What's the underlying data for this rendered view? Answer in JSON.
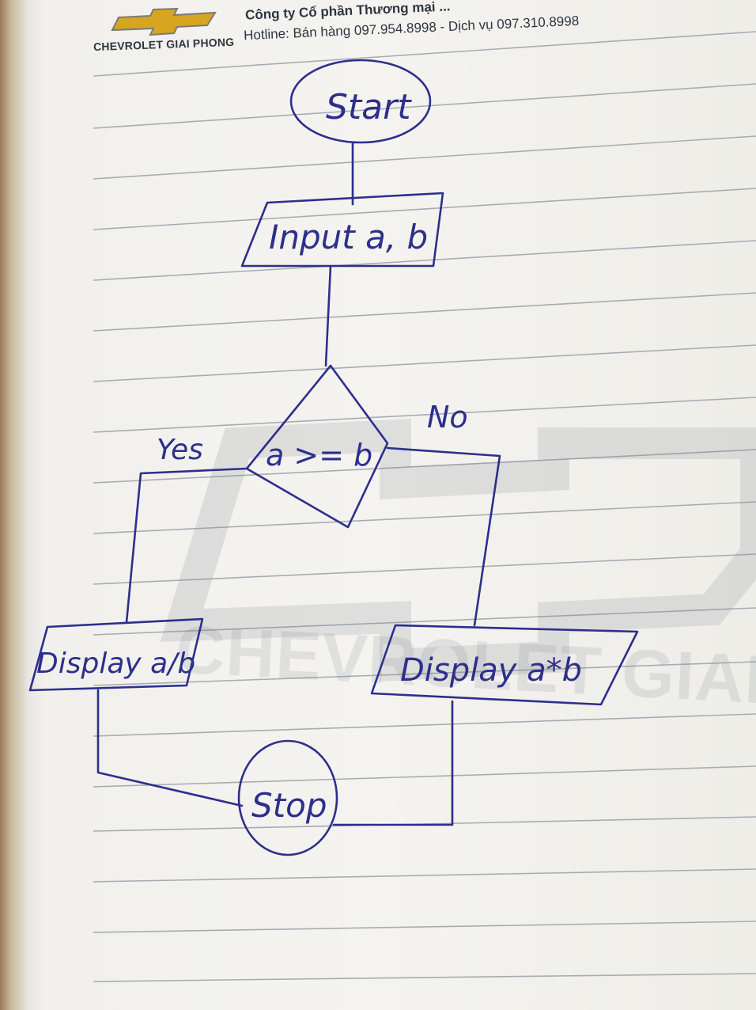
{
  "header": {
    "brand": "CHEVROLET GIAI PHONG",
    "company": "Công ty Cổ phần Thương mại ...",
    "hotline": "Hotline: Bán hàng 097.954.8998  -  Dịch vụ 097.310.8998",
    "watermark": "CHEVROLET GIAI PHONG"
  },
  "flowchart": {
    "start": "Start",
    "input": "Input a, b",
    "decision": "a >= b",
    "yes_label": "Yes",
    "no_label": "No",
    "display_yes": "Display a/b",
    "display_no": "Display a*b",
    "stop": "Stop"
  },
  "colors": {
    "ink": "#2c2f8c",
    "paper": "#f4f3ef",
    "rule": "#9aa0aa",
    "logo_gold": "#d8a520"
  }
}
